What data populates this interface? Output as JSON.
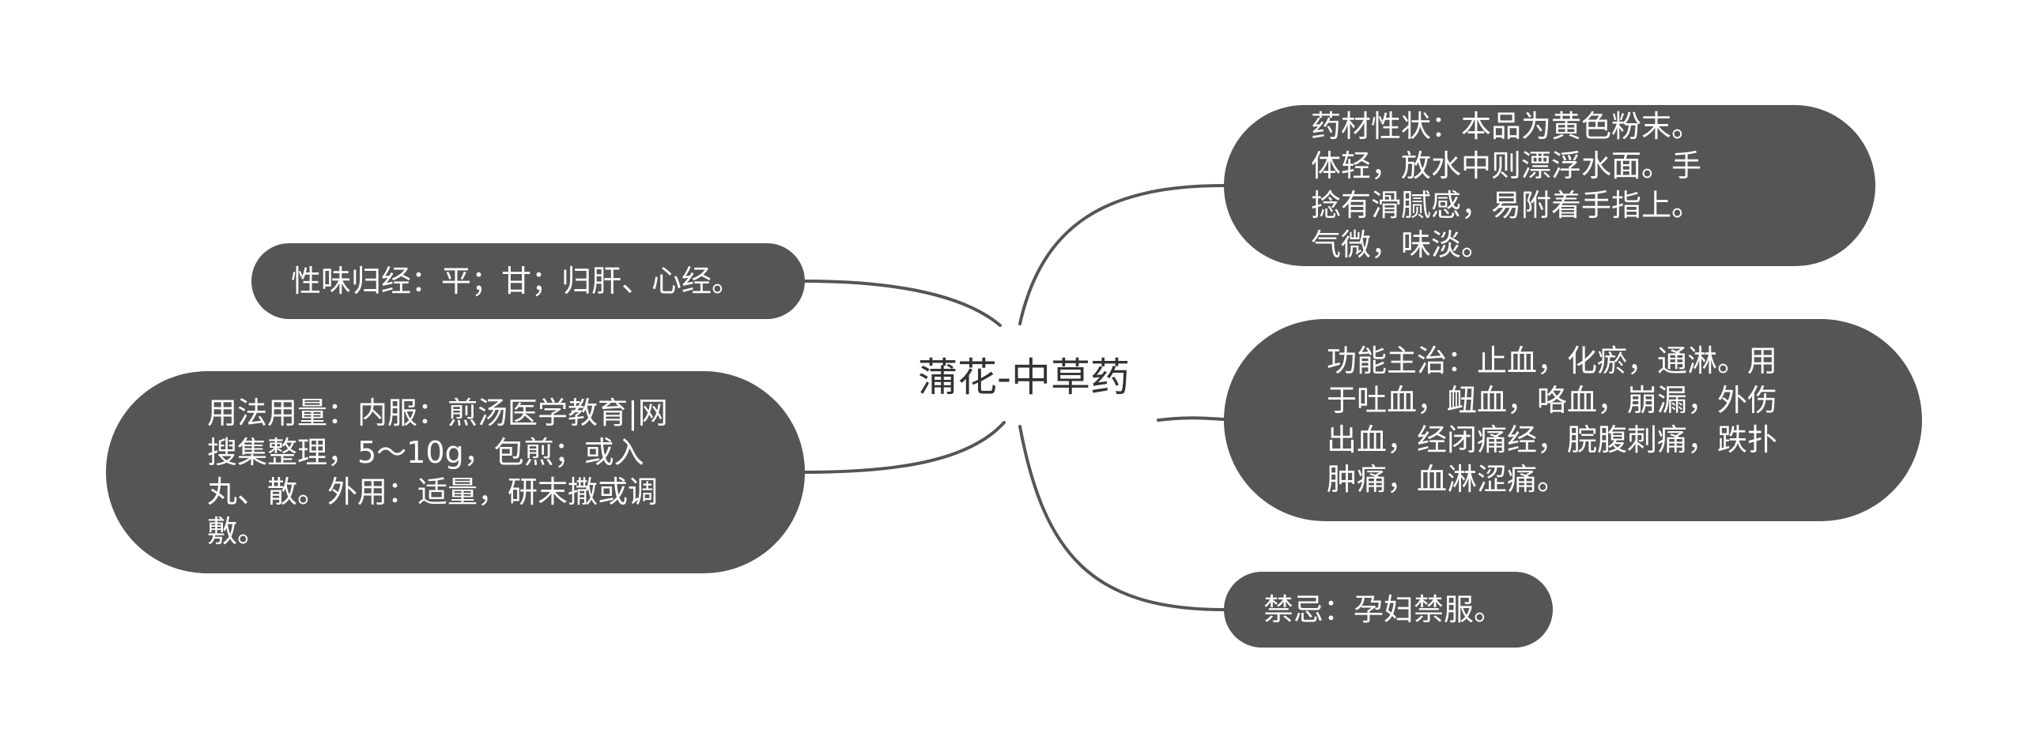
{
  "mindmap": {
    "root": "蒲花-中草药",
    "branches": [
      {
        "id": "properties",
        "text": "药材性状：本品为黄色粉末。体轻，放水中则漂浮水面。手捻有滑腻感，易附着手指上。气微，味淡。"
      },
      {
        "id": "functions",
        "text": "功能主治：止血，化瘀，通淋。用于吐血，衄血，咯血，崩漏，外伤出血，经闭痛经，脘腹刺痛，跌扑肿痛，血淋涩痛。"
      },
      {
        "id": "taboo",
        "text": "禁忌：孕妇禁服。"
      },
      {
        "id": "taste",
        "text": "性味归经：平；甘；归肝、心经。"
      },
      {
        "id": "usage",
        "text": "用法用量：内服：煎汤医学教育|网搜集整理，5～10g，包煎；或入丸、散。外用：适量，研末撒或调敷。"
      }
    ]
  },
  "colors": {
    "node_fill": "#555555",
    "node_text": "#ffffff",
    "connector": "#555555",
    "root_text": "#333333",
    "background": "#ffffff"
  }
}
